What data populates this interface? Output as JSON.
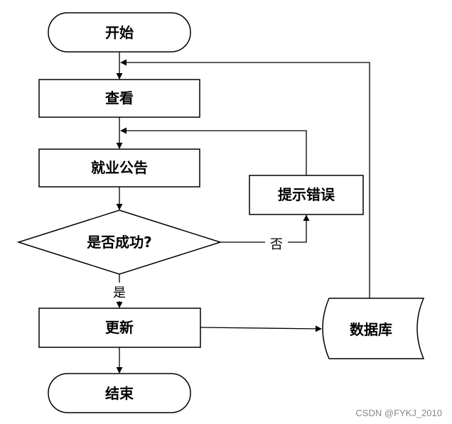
{
  "nodes": {
    "start": "开始",
    "view": "查看",
    "announcement": "就业公告",
    "decision": "是否成功?",
    "error": "提示错误",
    "update": "更新",
    "database": "数据库",
    "end": "结束"
  },
  "edges": {
    "yes": "是",
    "no": "否"
  },
  "watermark": "CSDN @FYKJ_2010"
}
